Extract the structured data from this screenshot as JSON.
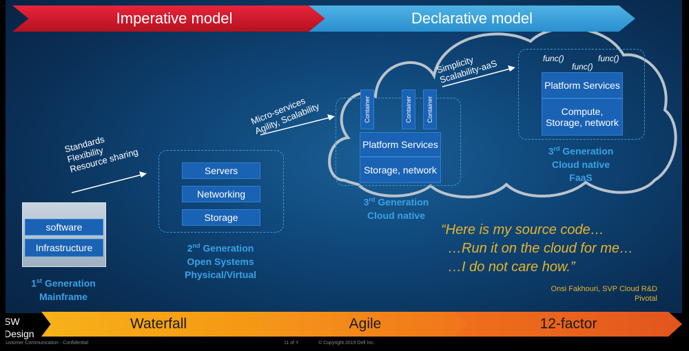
{
  "banners": {
    "imperative": "Imperative model",
    "declarative": "Declarative model"
  },
  "timeline": {
    "sw_design": "SW Design",
    "phase1": "Waterfall",
    "phase2": "Agile",
    "phase3": "12-factor"
  },
  "mainframe": {
    "boxes": [
      "software",
      "Infrastructure"
    ],
    "label": {
      "sup": "st",
      "line1": "Generation",
      "line2": "Mainframe",
      "num": "1"
    }
  },
  "arrow1": {
    "lines": [
      "Standards",
      "Flexibility",
      "Resource sharing"
    ]
  },
  "open_systems": {
    "boxes": [
      "Servers",
      "Networking",
      "Storage"
    ],
    "label": {
      "num": "2",
      "sup": "nd",
      "line1": "Generation",
      "line2": "Open Systems",
      "line3": "Physical/Virtual"
    }
  },
  "arrow2": {
    "lines": [
      "Micro-services",
      "Agility, Scalability"
    ]
  },
  "cloud_native": {
    "containers": [
      "Container",
      "Container",
      "Container"
    ],
    "boxes": [
      "Platform Services",
      "Storage, network"
    ],
    "label": {
      "num": "3",
      "sup": "rd",
      "line1": "Generation",
      "line2": "Cloud native"
    }
  },
  "arrow3": {
    "lines": [
      "Simplicity",
      "Scalability-aaS"
    ]
  },
  "faas": {
    "funcs": [
      "func()",
      "func()",
      "func()"
    ],
    "boxes": [
      "Platform Services",
      "Compute, Storage, network"
    ],
    "label": {
      "num": "3",
      "sup": "rd",
      "line1": "Generation",
      "line2": "Cloud native",
      "line3": "FaaS"
    }
  },
  "quote": {
    "lines": [
      "“Here is my source code…",
      "…Run it on the cloud for me…",
      "…I do not care how.”"
    ],
    "author": "Onsi Fakhouri, SVP Cloud R&D",
    "company": "Pivotal"
  },
  "footer": {
    "left": "Customer Communication - Confidential",
    "page": "11 of Y",
    "copyright": "© Copyright 2019 Dell Inc."
  },
  "colors": {
    "red_banner": "#d81e2f",
    "blue_banner": "#3aa0dc",
    "box_blue": "#1a62b3",
    "label_blue": "#3aa2e6",
    "quote_gold": "#e7b42c"
  }
}
